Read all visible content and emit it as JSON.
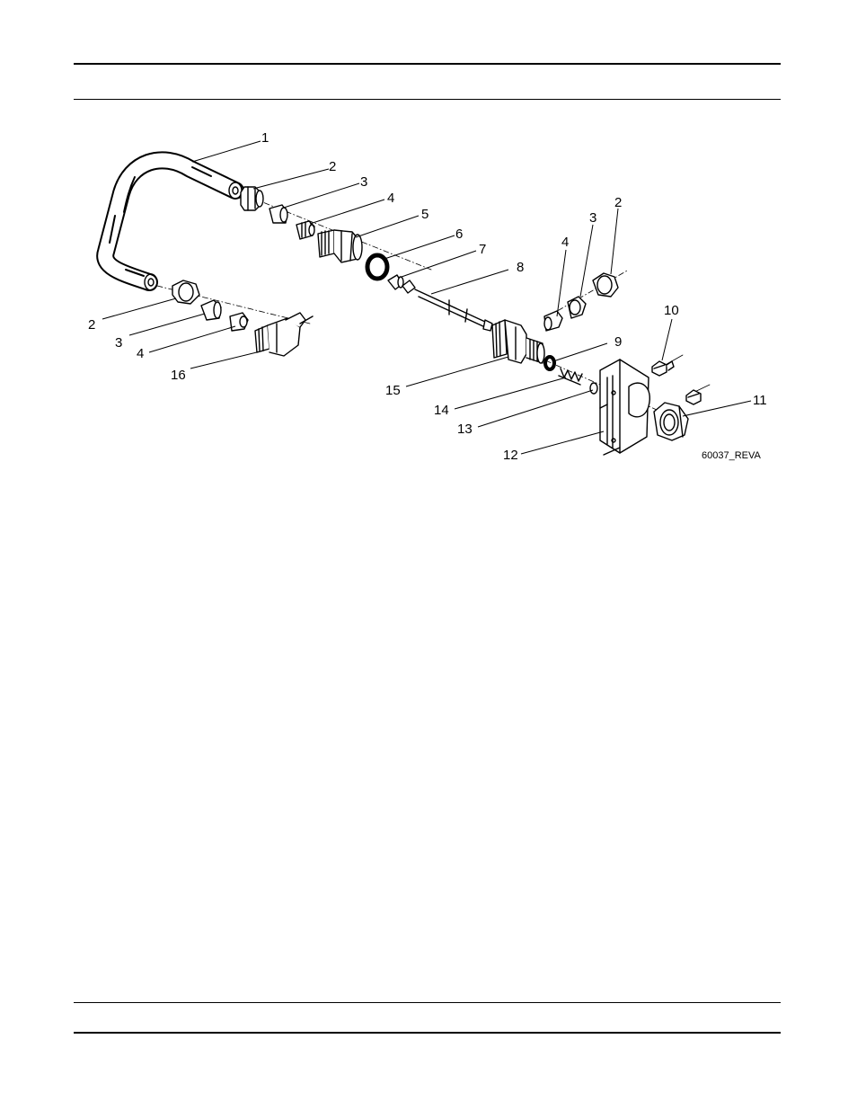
{
  "figure": {
    "drawing_id": "60037_REVA",
    "callouts": [
      {
        "key": "c1",
        "label": "1"
      },
      {
        "key": "c2a",
        "label": "2"
      },
      {
        "key": "c3a",
        "label": "3"
      },
      {
        "key": "c4a",
        "label": "4"
      },
      {
        "key": "c5",
        "label": "5"
      },
      {
        "key": "c6",
        "label": "6"
      },
      {
        "key": "c7",
        "label": "7"
      },
      {
        "key": "c8",
        "label": "8"
      },
      {
        "key": "c4b",
        "label": "4"
      },
      {
        "key": "c3b",
        "label": "3"
      },
      {
        "key": "c2b",
        "label": "2"
      },
      {
        "key": "c10",
        "label": "10"
      },
      {
        "key": "c9",
        "label": "9"
      },
      {
        "key": "c11",
        "label": "11"
      },
      {
        "key": "c2c",
        "label": "2"
      },
      {
        "key": "c3c",
        "label": "3"
      },
      {
        "key": "c4c",
        "label": "4"
      },
      {
        "key": "c16",
        "label": "16"
      },
      {
        "key": "c15",
        "label": "15"
      },
      {
        "key": "c14",
        "label": "14"
      },
      {
        "key": "c13",
        "label": "13"
      },
      {
        "key": "c12",
        "label": "12"
      }
    ]
  }
}
